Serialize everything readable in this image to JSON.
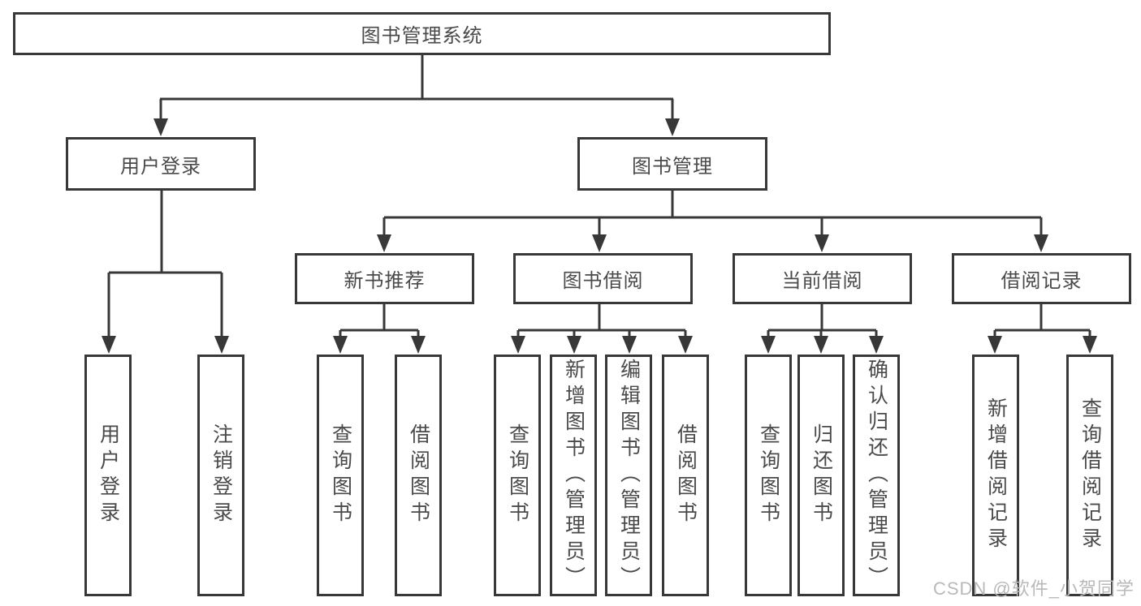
{
  "diagram": {
    "root": {
      "label": "图书管理系统"
    },
    "branches": [
      {
        "label": "用户登录",
        "leaves": [
          {
            "label": "用户登录"
          },
          {
            "label": "注销登录"
          }
        ]
      },
      {
        "label": "图书管理",
        "sections": [
          {
            "label": "新书推荐",
            "leaves": [
              {
                "label": "查询图书"
              },
              {
                "label": "借阅图书"
              }
            ]
          },
          {
            "label": "图书借阅",
            "leaves": [
              {
                "label": "查询图书"
              },
              {
                "label": "新增图书（管理员）"
              },
              {
                "label": "编辑图书（管理员）"
              },
              {
                "label": "借阅图书"
              }
            ]
          },
          {
            "label": "当前借阅",
            "leaves": [
              {
                "label": "查询图书"
              },
              {
                "label": "归还图书"
              },
              {
                "label": "确认归还（管理员）"
              }
            ]
          },
          {
            "label": "借阅记录",
            "leaves": [
              {
                "label": "新增借阅记录"
              },
              {
                "label": "查询借阅记录"
              }
            ]
          }
        ]
      }
    ]
  },
  "colors": {
    "line": "#383838",
    "text": "#4a4a4a",
    "watermark": "#b9b9b9"
  },
  "watermark": {
    "text": "CSDN @软件_小贺同学"
  }
}
